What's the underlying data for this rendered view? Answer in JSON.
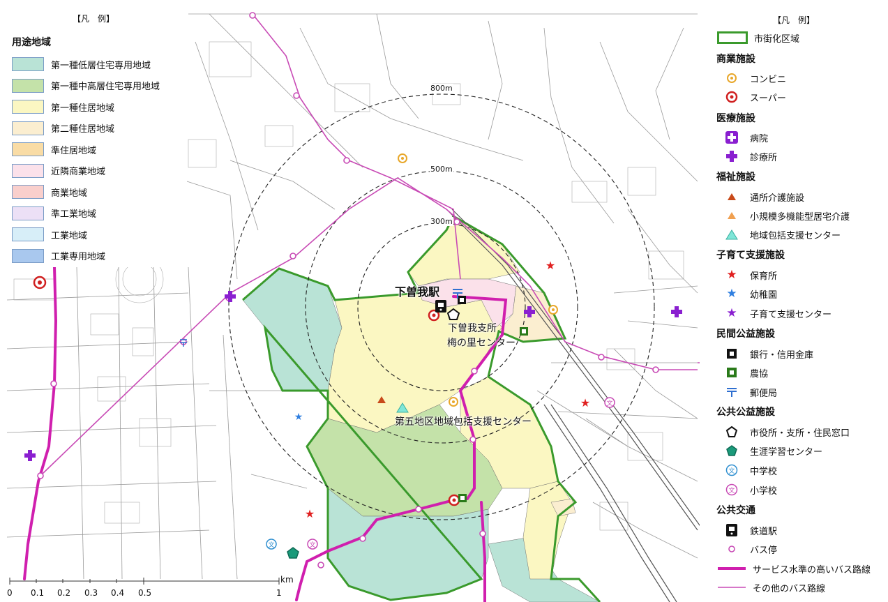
{
  "left_legend": {
    "header": "【凡　例】",
    "title": "用途地域",
    "zones": [
      {
        "label": "第一種低層住宅専用地域",
        "color": "#b9e3d6"
      },
      {
        "label": "第一種中高層住宅専用地域",
        "color": "#c4e2a9"
      },
      {
        "label": "第一種住居地域",
        "color": "#fbf7c2"
      },
      {
        "label": "第二種住居地域",
        "color": "#fbeed0"
      },
      {
        "label": "準住居地域",
        "color": "#f9dca5"
      },
      {
        "label": "近隣商業地域",
        "color": "#fbe1ea"
      },
      {
        "label": "商業地域",
        "color": "#f9cfcc"
      },
      {
        "label": "準工業地域",
        "color": "#ece0f6"
      },
      {
        "label": "工業地域",
        "color": "#d7eef8"
      },
      {
        "label": "工業専用地域",
        "color": "#a9c8ee"
      }
    ]
  },
  "right_legend": {
    "header": "【凡　例】",
    "urban_area_label": "市街化区域",
    "commercial": {
      "title": "商業施設",
      "convenience": "コンビニ",
      "supermarket": "スーパー"
    },
    "medical": {
      "title": "医療施設",
      "hospital": "病院",
      "clinic": "診療所"
    },
    "welfare": {
      "title": "福祉施設",
      "day_care": "通所介護施設",
      "small_multi": "小規模多機能型居宅介護",
      "support_center": "地域包括支援センター"
    },
    "childcare": {
      "title": "子育て支援施設",
      "nursery": "保育所",
      "kindergarten": "幼稚園",
      "support_center": "子育て支援センター"
    },
    "private_public": {
      "title": "民間公益施設",
      "bank": "銀行・信用金庫",
      "agri_coop": "農協",
      "post_office": "郵便局"
    },
    "public": {
      "title": "公共公益施設",
      "city_office": "市役所・支所・住民窓口",
      "learning_center": "生涯学習センター",
      "junior_high": "中学校",
      "elementary": "小学校"
    },
    "transport": {
      "title": "公共交通",
      "station": "鉄道駅",
      "bus_stop": "バス停",
      "high_service_route": "サービス水準の高いバス路線",
      "other_route": "その他のバス路線"
    }
  },
  "map": {
    "station_name": "下曽我駅",
    "branch_office_line1": "下曽我支所",
    "branch_office_line2": "梅の里センター",
    "support_center_name": "第五地区地域包括支援センター",
    "ring_labels": [
      "800m",
      "500m",
      "300m"
    ]
  },
  "scale_bar": {
    "ticks": [
      "0",
      "0.1",
      "0.2",
      "0.3",
      "0.4",
      "0.5",
      "1"
    ],
    "unit": "km"
  },
  "colors": {
    "urban_border": "#3a9a2c",
    "high_bus_route": "#d01fae",
    "other_bus_route": "#c84ab5",
    "railway": "#555555"
  }
}
